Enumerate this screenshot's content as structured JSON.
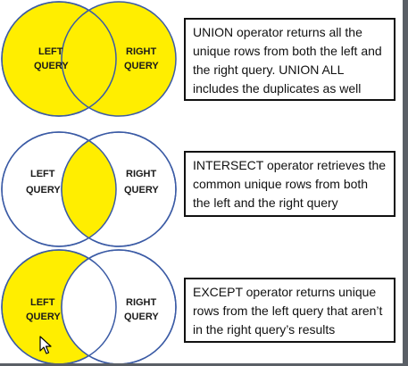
{
  "panels": [
    {
      "operator": "UNION",
      "left_label": [
        "LEFT",
        "QUERY"
      ],
      "right_label": [
        "RIGHT",
        "QUERY"
      ],
      "description": "UNION operator returns all the unique rows from both the left and the right query. UNION ALL includes the duplicates as well"
    },
    {
      "operator": "INTERSECT",
      "left_label": [
        "LEFT",
        "QUERY"
      ],
      "right_label": [
        "RIGHT",
        "QUERY"
      ],
      "description": "INTERSECT operator retrieves the common unique rows from both the left and the right query"
    },
    {
      "operator": "EXCEPT",
      "left_label": [
        "LEFT",
        "QUERY"
      ],
      "right_label": [
        "RIGHT",
        "QUERY"
      ],
      "description": "EXCEPT operator returns unique rows from the left query that aren’t in the right query’s results"
    }
  ],
  "colors": {
    "fill": "#ffee00",
    "outline": "#3b5ba5",
    "box_border": "#111111"
  },
  "icons": {
    "cursor": "mouse-pointer-icon"
  }
}
